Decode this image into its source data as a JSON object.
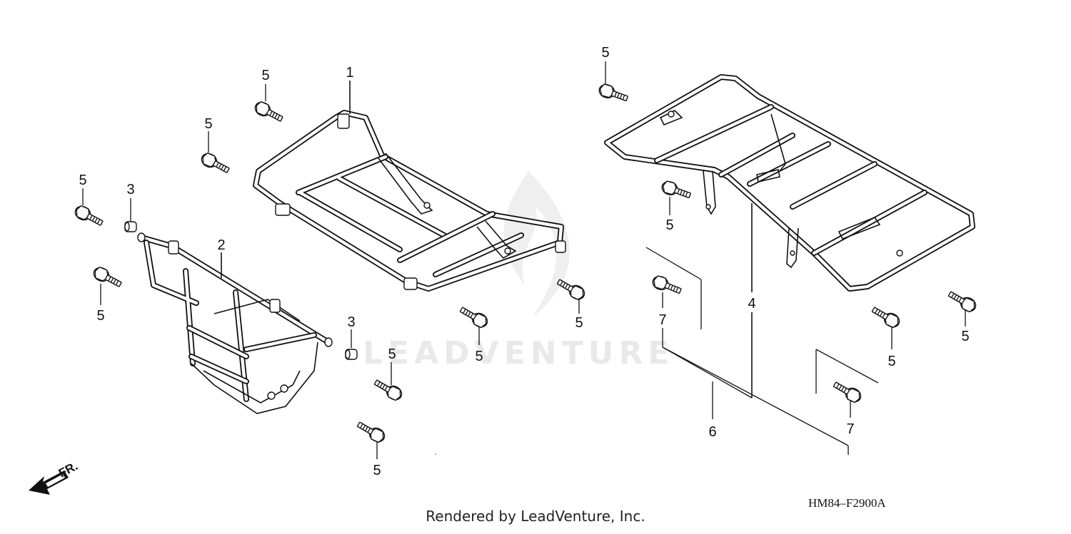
{
  "diagram_code": "HM84–F2900A",
  "credit": "Rendered by LeadVenture, Inc.",
  "watermark": "LEADVENTURE",
  "front_indicator": "FR.",
  "callouts": {
    "c1": "1",
    "c2": "2",
    "c3a": "3",
    "c3b": "3",
    "c4": "4",
    "c5a": "5",
    "c5b": "5",
    "c5c": "5",
    "c5d": "5",
    "c5e": "5",
    "c5f": "5",
    "c5g": "5",
    "c5h": "5",
    "c5i": "5",
    "c5j": "5",
    "c5k": "5",
    "c5l": "5",
    "c6": "6",
    "c7a": "7",
    "c7b": "7"
  }
}
